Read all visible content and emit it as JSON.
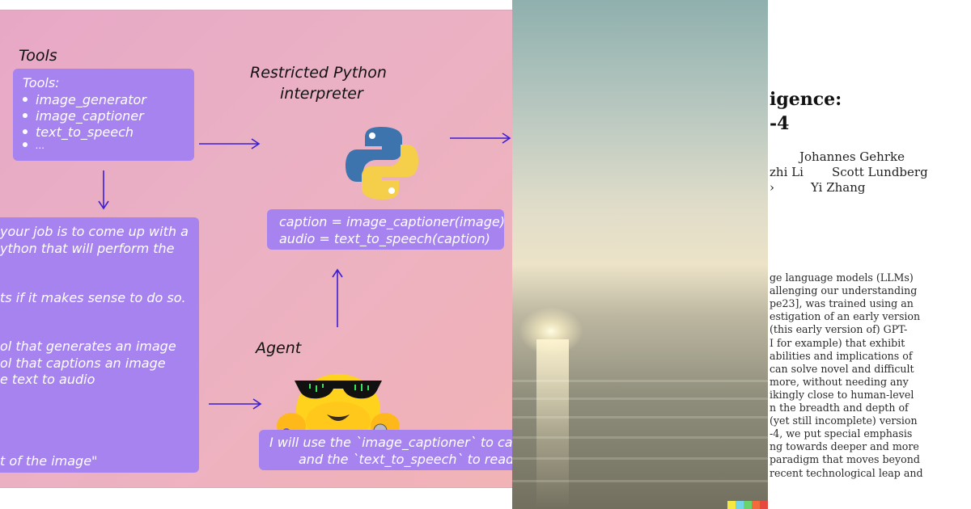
{
  "left_panel": {
    "tools_heading": "Tools",
    "tools_box": {
      "header": "Tools:",
      "items": [
        "image_generator",
        "image_captioner",
        "text_to_speech",
        "..."
      ]
    },
    "interpreter_heading": [
      "Restricted Python",
      "interpreter"
    ],
    "code_box": [
      "caption = image_captioner(image)",
      "audio = text_to_speech(caption)"
    ],
    "agent_heading": "Agent",
    "prompt_box": [
      "your job is to come up with a",
      "ython that will perform the",
      "ts if it makes sense to do so.",
      "ol that generates an image",
      "ol that captions an image",
      "e text to audio",
      "t of the image\""
    ],
    "agent_reply_box": [
      "I will use the `image_captioner` to ca",
      "and the `text_to_speech` to read"
    ],
    "colors": {
      "box": "#a783f0",
      "arrow": "#3b1fd1"
    }
  },
  "middle_panel": {
    "watermark_colors": [
      "#f7e742",
      "#73d6e8",
      "#6cd26a",
      "#f36a3d",
      "#e6473f"
    ]
  },
  "right_panel": {
    "title_lines": [
      "igence:",
      "-4"
    ],
    "authors": [
      [
        "Johannes Gehrke"
      ],
      [
        "zhi Li",
        "Scott Lundberg"
      ],
      [
        "Yi Zhang"
      ]
    ],
    "abstract_lines": [
      "ge language models (LLMs)",
      "allenging our understanding",
      "pe23], was trained using an",
      "estigation of an early version",
      "(this early version of) GPT-",
      "Ι for example) that exhibit",
      "abilities and implications of",
      "can solve novel and difficult",
      "more, without needing any",
      "ikingly close to human-level",
      "n the breadth and depth of",
      "(yet still incomplete) version",
      "-4, we put special emphasis",
      "ng towards deeper and more",
      "paradigm that moves beyond",
      "recent technological leap and"
    ]
  }
}
